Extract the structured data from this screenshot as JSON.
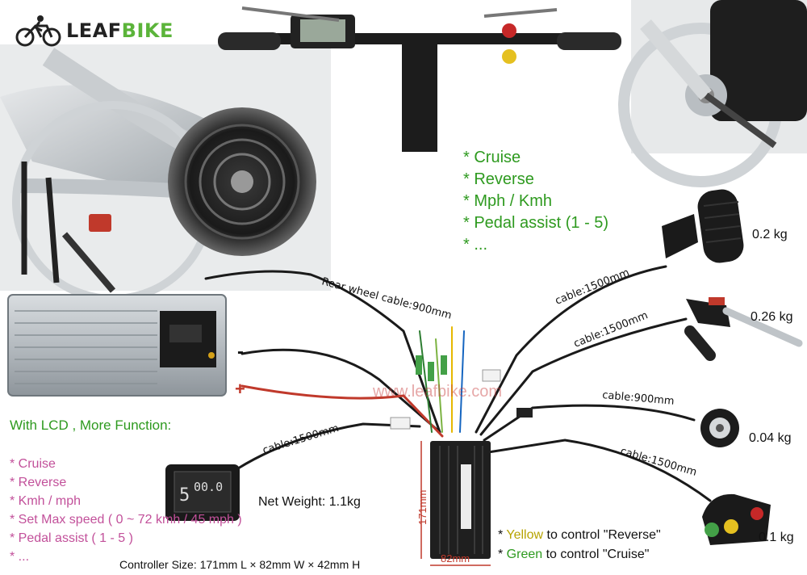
{
  "logo": {
    "prefix": "LEAF",
    "suffix": "BIKE"
  },
  "features_top": [
    "* Cruise",
    "* Reverse",
    "* Mph / Kmh",
    "* Pedal assist (1 - 5)",
    "* ..."
  ],
  "lcd_section": {
    "title": "With LCD , More Function:",
    "items": [
      "* Cruise",
      "* Reverse",
      "* Kmh / mph",
      "* Set Max speed ( 0 ~ 72 kmh / 45 mph )",
      "* Pedal assist ( 1 - 5 )",
      "* ..."
    ]
  },
  "cables": {
    "rear_wheel": "Rear wheel cable:900mm",
    "throttle": "cable:1500mm",
    "brake": "cable:1500mm",
    "pas": "cable:900mm",
    "switch": "cable:1500mm",
    "lcd": "cable:1500mm"
  },
  "weights": {
    "throttle": "0.2 kg",
    "brake": "0.26 kg",
    "pas": "0.04 kg",
    "switch": "0.1 kg"
  },
  "controller": {
    "net_weight": "Net Weight: 1.1kg",
    "size": "Controller Size: 171mm L × 82mm W × 42mm H",
    "dim_length": "171mm",
    "dim_width": "82mm"
  },
  "battery": {
    "minus": "-",
    "plus": "+"
  },
  "switch_notes": {
    "yellow_prefix": "* ",
    "yellow_word": "Yellow",
    "yellow_rest": " to control \"Reverse\"",
    "green_prefix": "* ",
    "green_word": "Green",
    "green_rest": " to control \"Cruise\""
  },
  "watermark": "www.leafbike.com",
  "lcd_display": {
    "speed": "00.0",
    "level": "5"
  }
}
